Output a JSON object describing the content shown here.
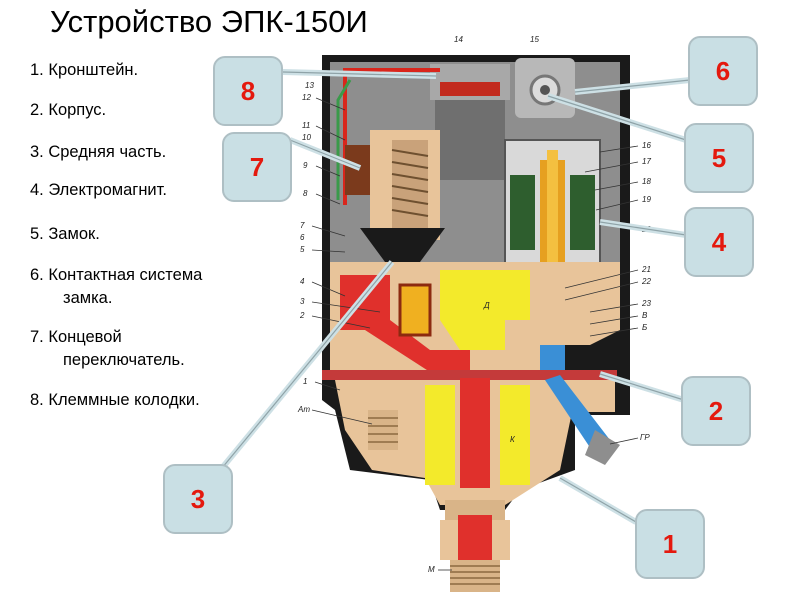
{
  "title": "Устройство ЭПК-150И",
  "legend": [
    "1. Кронштейн.",
    "2. Корпус.",
    "3. Средняя часть.",
    "4. Электромагнит.",
    "5. Замок.",
    "6. Контактная система",
    "замка.",
    "7. Концевой",
    "переключатель.",
    "8. Клеммные колодки."
  ],
  "callouts": [
    "8",
    "7",
    "6",
    "5",
    "4",
    "2",
    "3",
    "1"
  ],
  "drawing_numbers": [
    "14",
    "15",
    "13",
    "12",
    "11",
    "10",
    "9",
    "8",
    "7",
    "6",
    "5",
    "4",
    "3",
    "2",
    "1",
    "Ат",
    "16",
    "17",
    "18",
    "19",
    "20",
    "21",
    "22",
    "23",
    "В",
    "Б",
    "Д",
    "К",
    "ГР",
    "М"
  ],
  "colors": {
    "callout_fill": "#c9dfe4",
    "callout_text": "#e4190e",
    "body_tan": "#e8c49a",
    "channel_red": "#e0302c",
    "chamber_yellow": "#f3ea2b",
    "housing_gray": "#8e8e8e",
    "frame_dark": "#1a1a1a",
    "blue": "#3a8fd6"
  }
}
